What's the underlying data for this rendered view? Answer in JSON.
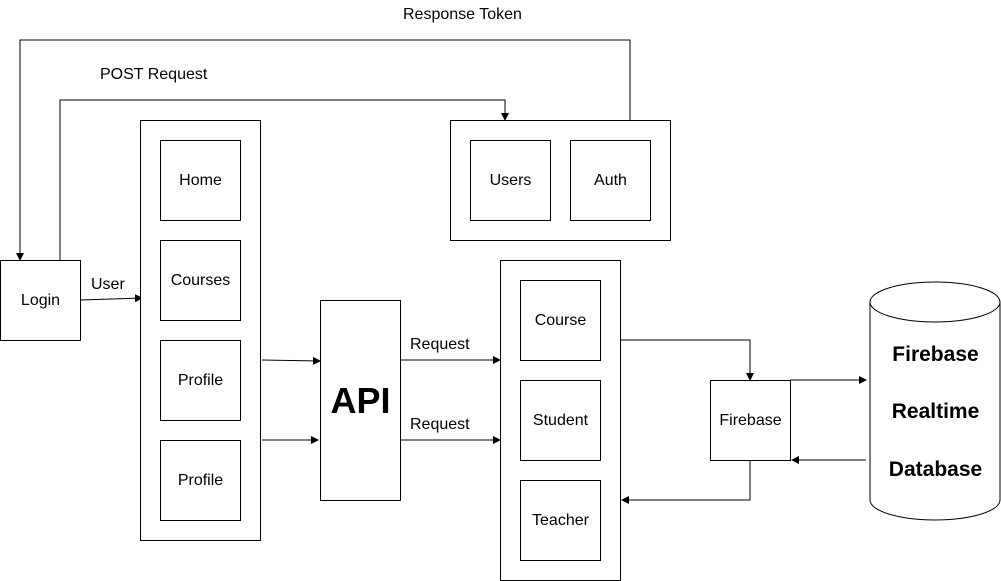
{
  "labels": {
    "response_token": "Response Token",
    "post_request": "POST Request",
    "user": "User",
    "request_1": "Request",
    "request_2": "Request"
  },
  "nodes": {
    "login": "Login",
    "home": "Home",
    "courses": "Courses",
    "profile_1": "Profile",
    "profile_2": "Profile",
    "api": "API",
    "users": "Users",
    "auth": "Auth",
    "course": "Course",
    "student": "Student",
    "teacher": "Teacher",
    "firebase": "Firebase"
  },
  "database": {
    "line1": "Firebase",
    "line2": "Realtime",
    "line3": "Database"
  }
}
